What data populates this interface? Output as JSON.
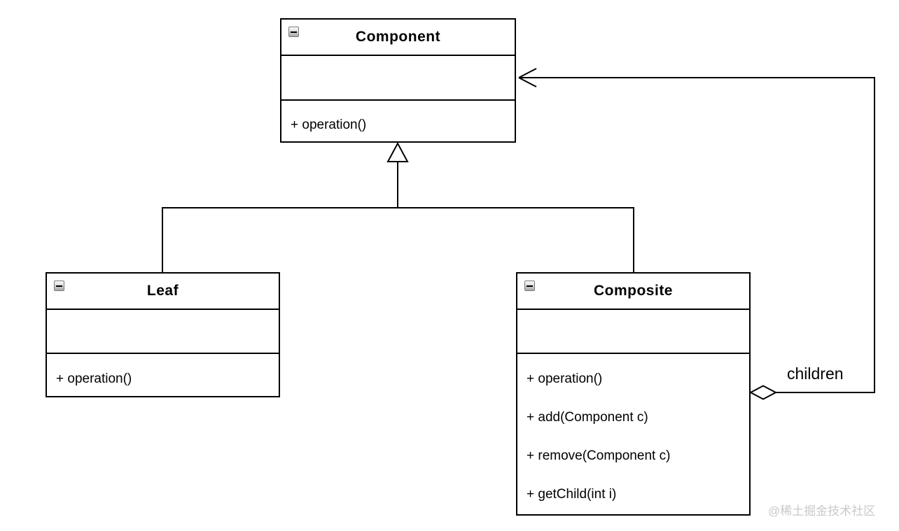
{
  "diagram": {
    "type": "uml-class-diagram",
    "pattern": "Composite",
    "classes": [
      {
        "name": "Component",
        "attributes": [],
        "methods": [
          "+ operation()"
        ]
      },
      {
        "name": "Leaf",
        "attributes": [],
        "methods": [
          "+ operation()"
        ]
      },
      {
        "name": "Composite",
        "attributes": [],
        "methods": [
          "+ operation()",
          "+ add(Component c)",
          "+ remove(Component c)",
          "+ getChild(int i)"
        ]
      }
    ],
    "relationships": [
      {
        "type": "generalization",
        "from": "Leaf",
        "to": "Component"
      },
      {
        "type": "generalization",
        "from": "Composite",
        "to": "Component"
      },
      {
        "type": "aggregation",
        "from": "Composite",
        "to": "Component",
        "label": "children"
      }
    ],
    "icons": {
      "collapse": "collapse-minus-icon"
    },
    "colors": {
      "line": "#000000",
      "box_background": "#ffffff",
      "text": "#000000",
      "watermark": "#c9c9c9"
    },
    "watermark": "@稀土掘金技术社区"
  }
}
